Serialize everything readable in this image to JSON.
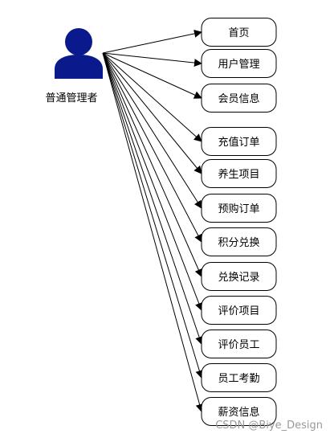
{
  "actor": {
    "label": "普通管理者",
    "icon": "user-icon",
    "color": "#0a1a8c"
  },
  "modules": [
    "首页",
    "用户管理",
    "会员信息",
    "充值订单",
    "养生项目",
    "预购订单",
    "积分兑换",
    "兑换记录",
    "评价项目",
    "评价员工",
    "员工考勤",
    "薪资信息"
  ],
  "watermark": "CSDN @Biye_Design"
}
